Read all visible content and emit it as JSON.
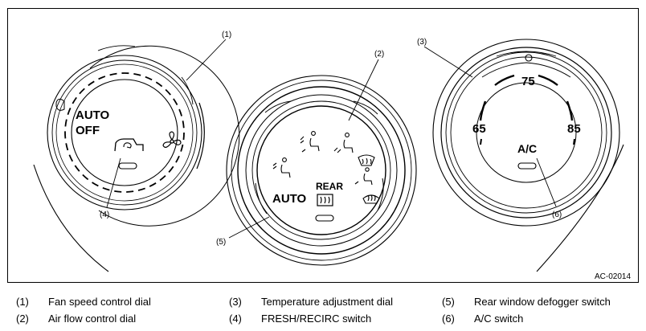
{
  "diagram": {
    "code": "AC-02014",
    "callouts": [
      "(1)",
      "(2)",
      "(3)",
      "(4)",
      "(5)",
      "(6)"
    ],
    "fan_dial": {
      "auto_label": "AUTO",
      "off_label": "OFF"
    },
    "air_dial": {
      "auto_label": "AUTO",
      "rear_label": "REAR"
    },
    "temp_dial": {
      "t_low": "65",
      "t_mid": "75",
      "t_high": "85",
      "ac_label": "A/C"
    }
  },
  "legend": [
    {
      "num": "(1)",
      "text": "Fan speed control dial"
    },
    {
      "num": "(2)",
      "text": "Air flow control dial"
    },
    {
      "num": "(3)",
      "text": "Temperature adjustment dial"
    },
    {
      "num": "(4)",
      "text": "FRESH/RECIRC switch"
    },
    {
      "num": "(5)",
      "text": "Rear window defogger switch"
    },
    {
      "num": "(6)",
      "text": "A/C switch"
    }
  ],
  "icons": [
    "fan-icon",
    "recirc-icon",
    "vent-face-icon",
    "vent-bilevel-icon",
    "vent-feet-icon",
    "vent-feet-defrost-icon",
    "defrost-icon",
    "rear-defogger-icon",
    "sun-icon"
  ]
}
